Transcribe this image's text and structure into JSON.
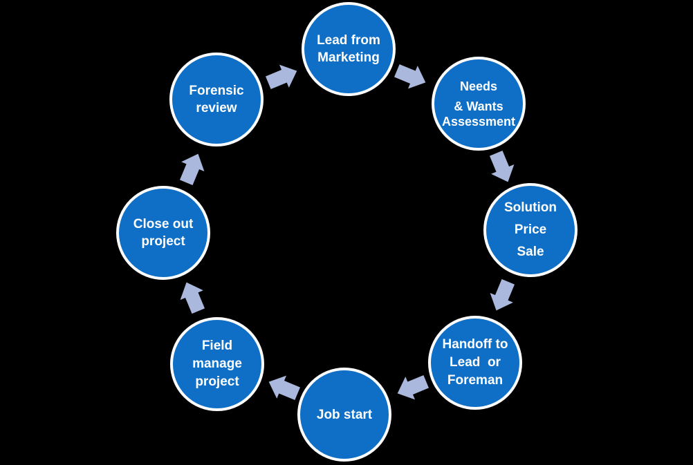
{
  "background": "#000000",
  "colors": {
    "circle_fill": "#0F6FC6",
    "circle_border": "#FFFFFF",
    "arrow": "#A9B8DC",
    "text": "#FFFFFF"
  },
  "diagram": {
    "type": "cycle",
    "direction": "clockwise",
    "steps": [
      {
        "id": "lead-from-marketing",
        "lines": [
          "Lead from",
          "Marketing"
        ]
      },
      {
        "id": "needs-wants-assessment",
        "lines": [
          "Needs",
          "& Wants",
          "Assessment"
        ]
      },
      {
        "id": "solution-price-sale",
        "lines": [
          "Solution",
          "Price",
          "Sale"
        ]
      },
      {
        "id": "handoff-to-lead-or-foreman",
        "lines": [
          "Handoff to",
          "Lead  or",
          "Foreman"
        ]
      },
      {
        "id": "job-start",
        "lines": [
          "Job start"
        ]
      },
      {
        "id": "field-manage-project",
        "lines": [
          "Field",
          "manage",
          "project"
        ]
      },
      {
        "id": "close-out-project",
        "lines": [
          "Close out",
          "project"
        ]
      },
      {
        "id": "forensic-review",
        "lines": [
          "Forensic",
          "review"
        ]
      }
    ],
    "arrow_icon": "block-arrow-clockwise",
    "arrow_count": 8
  }
}
